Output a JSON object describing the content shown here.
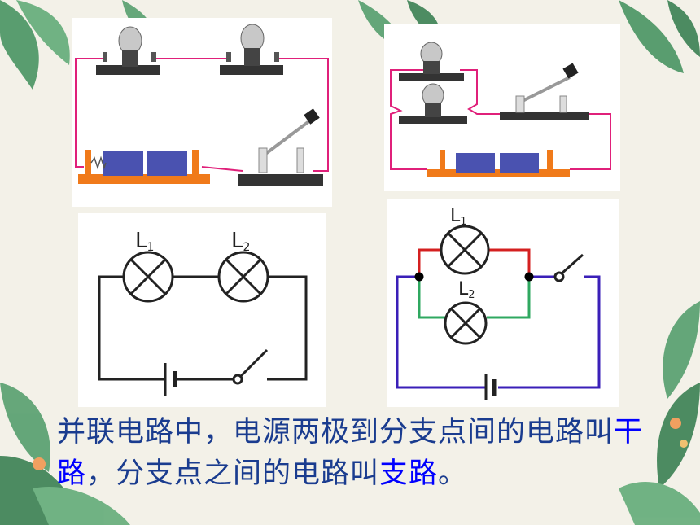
{
  "labels": {
    "l1": "L",
    "l1_sub": "1",
    "l2": "L",
    "l2_sub": "2"
  },
  "caption": {
    "part1": "并联电路中，电源两极到分支点间的电路叫",
    "term_main": "干路",
    "part2": "，分支点之间的电路叫",
    "term_branch": "支路",
    "part3": "。"
  },
  "colors": {
    "wire_pink": "#e0207a",
    "wire_red": "#d42020",
    "wire_green": "#2fa860",
    "wire_blue": "#3a1fb8",
    "battery_blue": "#4a52b0",
    "base_orange": "#f07a1a",
    "caption_text": "#1a3c8f",
    "caption_highlight": "#0000ff",
    "leaf_green": "#3f8f5a"
  },
  "icons": [
    "leaf-decoration",
    "flower-decoration",
    "lamp-icon",
    "switch-icon",
    "battery-icon"
  ]
}
